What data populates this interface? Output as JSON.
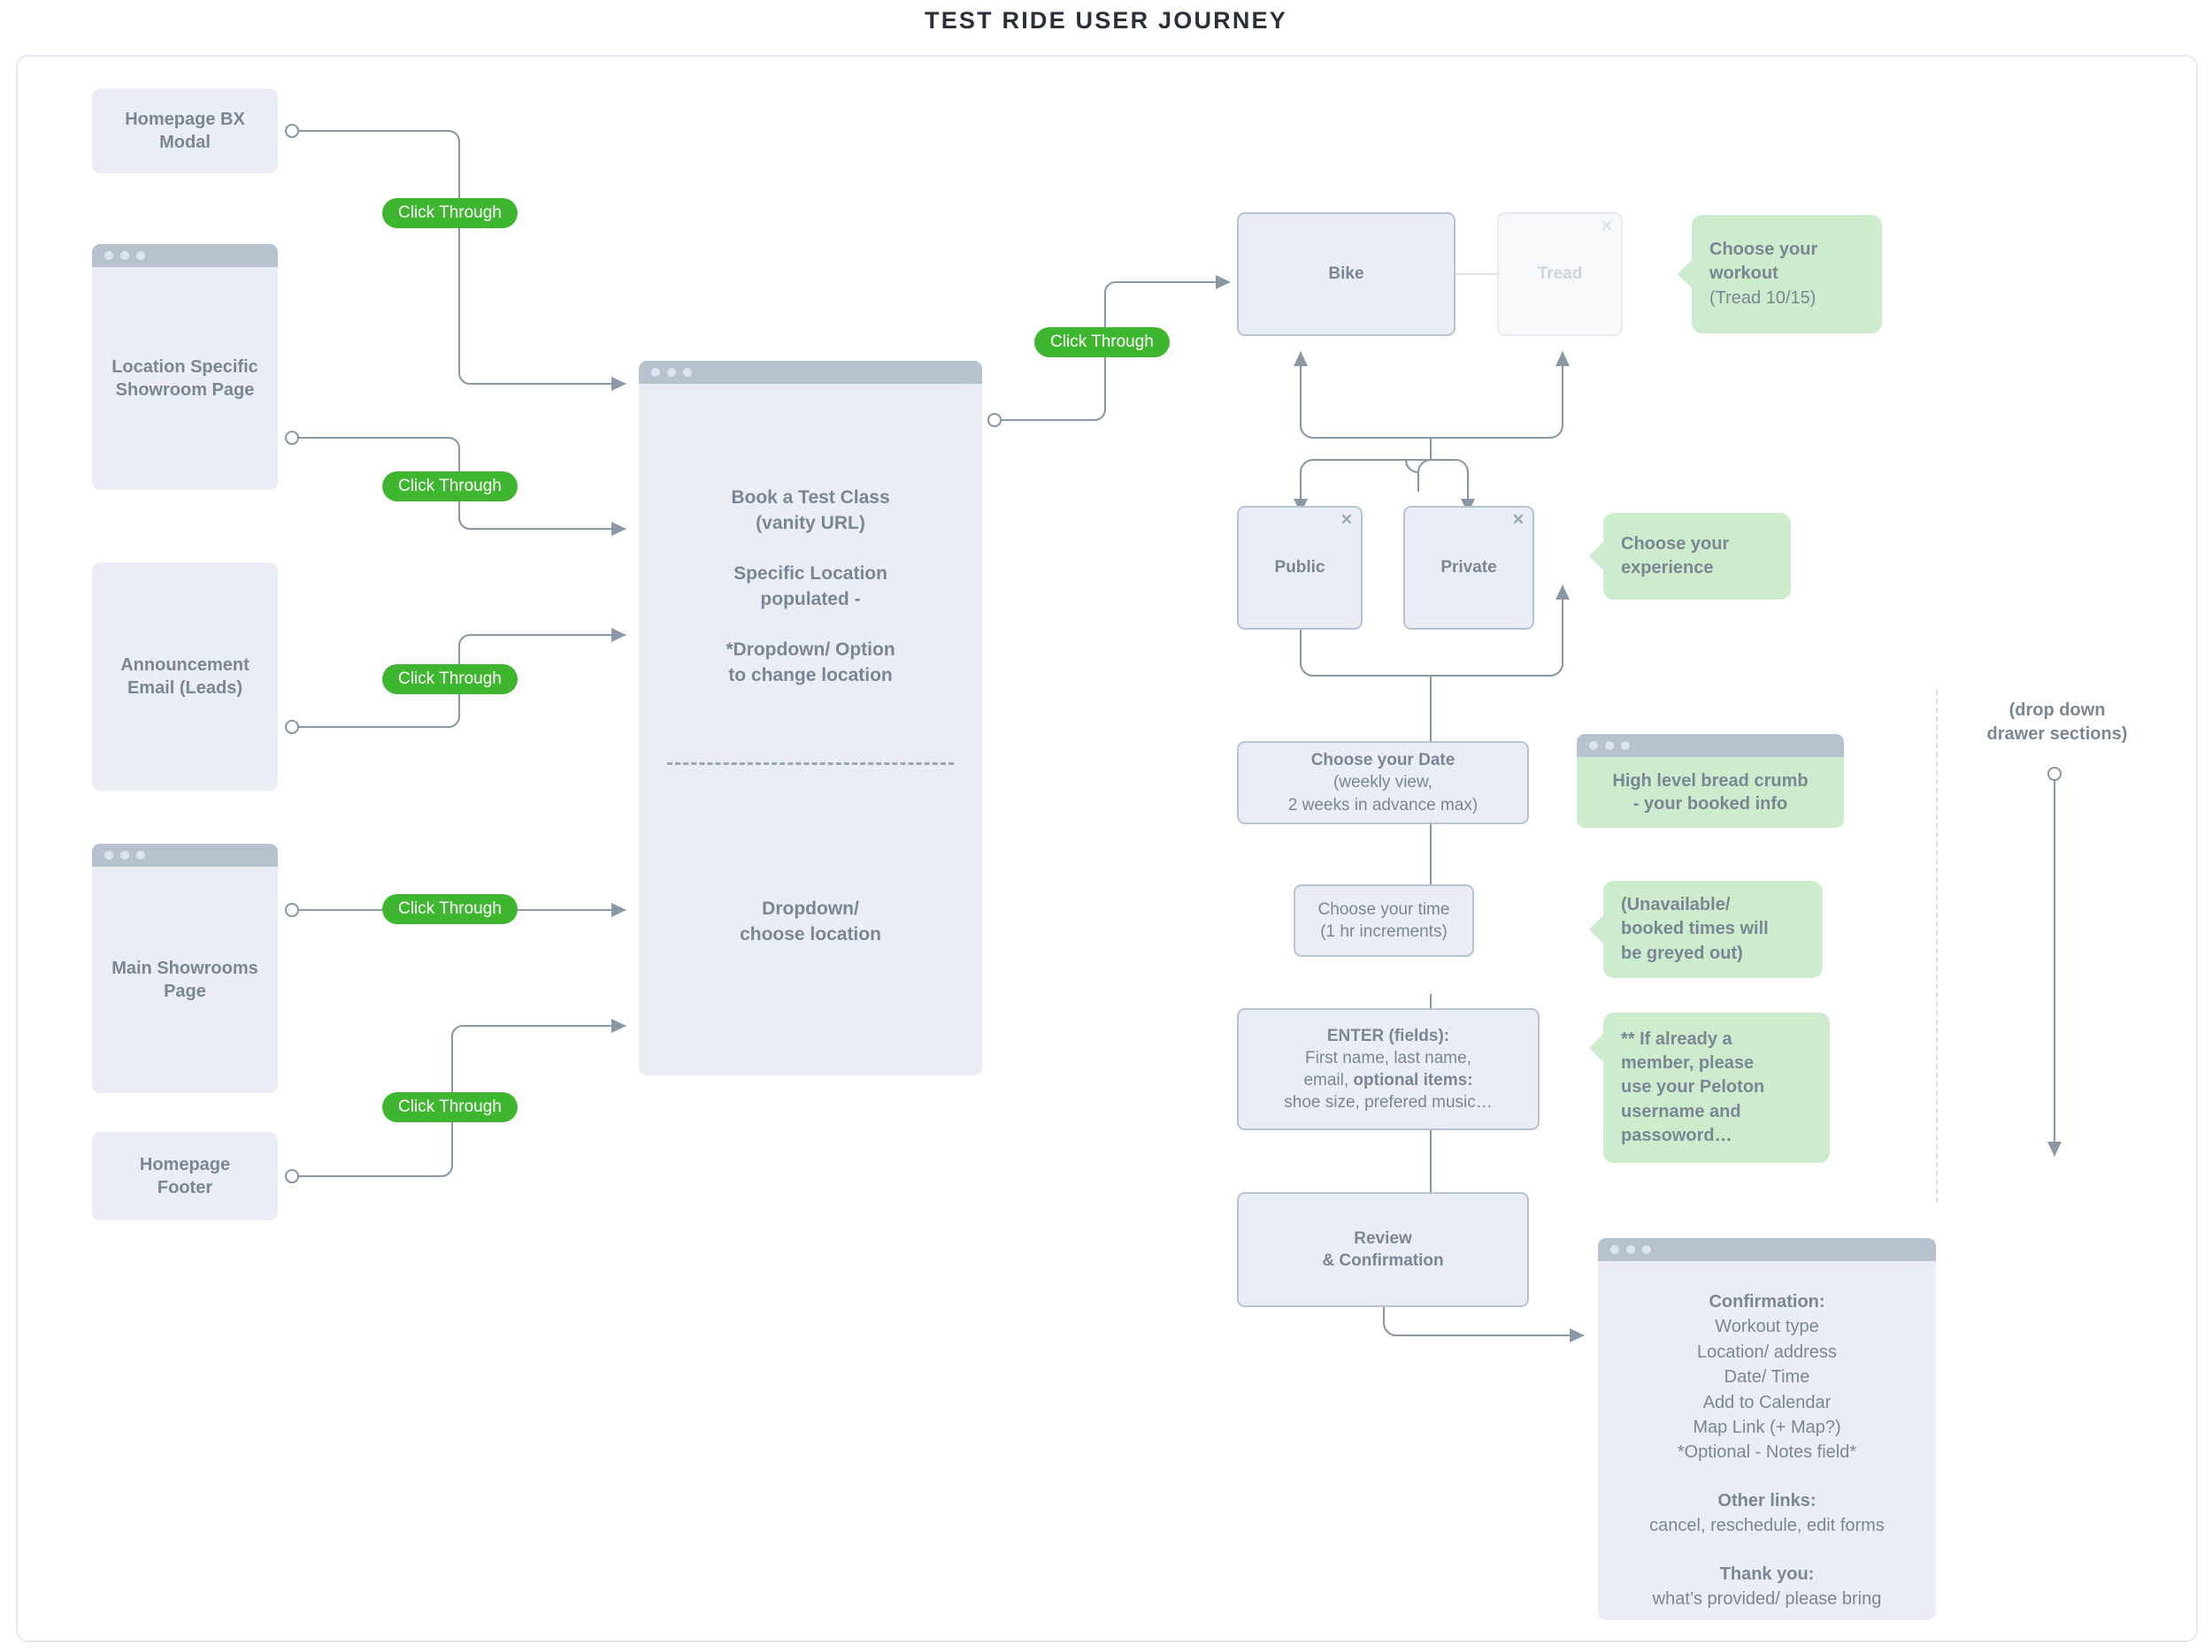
{
  "page": {
    "title": "TEST RIDE USER JOURNEY",
    "accent_green": "#3fb62f",
    "callout_green": "#cdeccd",
    "node_fill": "#eaeef4",
    "node_border": "#b6c3d0",
    "text_color": "#7b8694"
  },
  "entry_points": [
    {
      "id": "homepage-bx-modal",
      "label": "Homepage BX\nModal",
      "label_l1": "Homepage BX",
      "label_l2": "Modal",
      "chrome": false
    },
    {
      "id": "location-specific-showroom-page",
      "label_l1": "Location Specific",
      "label_l2": "Showroom Page",
      "chrome": true
    },
    {
      "id": "announcement-email-leads",
      "label_l1": "Announcement",
      "label_l2": "Email (Leads)",
      "chrome": false
    },
    {
      "id": "main-showrooms-page",
      "label_l1": "Main Showrooms",
      "label_l2": "Page",
      "chrome": true
    },
    {
      "id": "homepage-footer",
      "label_l1": "Homepage",
      "label_l2": "Footer",
      "chrome": false
    }
  ],
  "click_through": {
    "label": "Click Through",
    "count": 6
  },
  "book_panel": {
    "heading_l1": "Book a Test Class",
    "heading_l2": "(vanity URL)",
    "sub_l1": "Specific Location",
    "sub_l2": "populated -",
    "note_l1": "*Dropdown/ Option",
    "note_l2": "to change location",
    "dropdown_l1": "Dropdown/",
    "dropdown_l2": "choose location"
  },
  "workout_step": {
    "options": [
      {
        "id": "bike",
        "label": "Bike",
        "state": "active",
        "close_icon": false
      },
      {
        "id": "tread",
        "label": "Tread",
        "state": "disabled",
        "close_icon": true
      }
    ],
    "callout_l1": "Choose your",
    "callout_l2": "workout",
    "callout_l3": "(Tread 10/15)"
  },
  "experience_step": {
    "options": [
      {
        "id": "public",
        "label": "Public",
        "close_icon": true
      },
      {
        "id": "private",
        "label": "Private",
        "close_icon": true
      }
    ],
    "callout_l1": "Choose your",
    "callout_l2": "experience"
  },
  "date_step": {
    "title": "Choose your Date",
    "sub_l1": "(weekly view,",
    "sub_l2": "2 weeks in advance max)"
  },
  "breadcrumb_card": {
    "line1": "High level bread crumb",
    "line2": "- your booked info"
  },
  "time_step": {
    "line1": "Choose your time",
    "line2": "(1 hr increments)",
    "callout_l1": "(Unavailable/",
    "callout_l2": "booked times will",
    "callout_l3": "be greyed out)"
  },
  "enter_step": {
    "heading": "ENTER (fields):",
    "line1": "First name, last name,",
    "line2_a": "email, ",
    "line2_b": "optional items:",
    "line3": "shoe size, prefered music…",
    "callout_l1": "** If already a",
    "callout_l2": "member, please",
    "callout_l3": "use your Peloton",
    "callout_l4": "username and",
    "callout_l5": "passoword…"
  },
  "review_step": {
    "line1": "Review",
    "line2": "& Confirmation"
  },
  "confirmation_card": {
    "heading": "Confirmation:",
    "items": [
      "Workout type",
      "Location/ address",
      "Date/ Time",
      "Add to Calendar",
      "Map Link (+ Map?)",
      "*Optional - Notes field*"
    ],
    "other_links_heading": "Other links:",
    "other_links_value": "cancel, reschedule, edit forms",
    "thank_you_heading": "Thank you:",
    "thank_you_value": "what’s provided/ please bring"
  },
  "drawer_annotation": {
    "line1": "(drop down",
    "line2": "drawer sections)"
  }
}
